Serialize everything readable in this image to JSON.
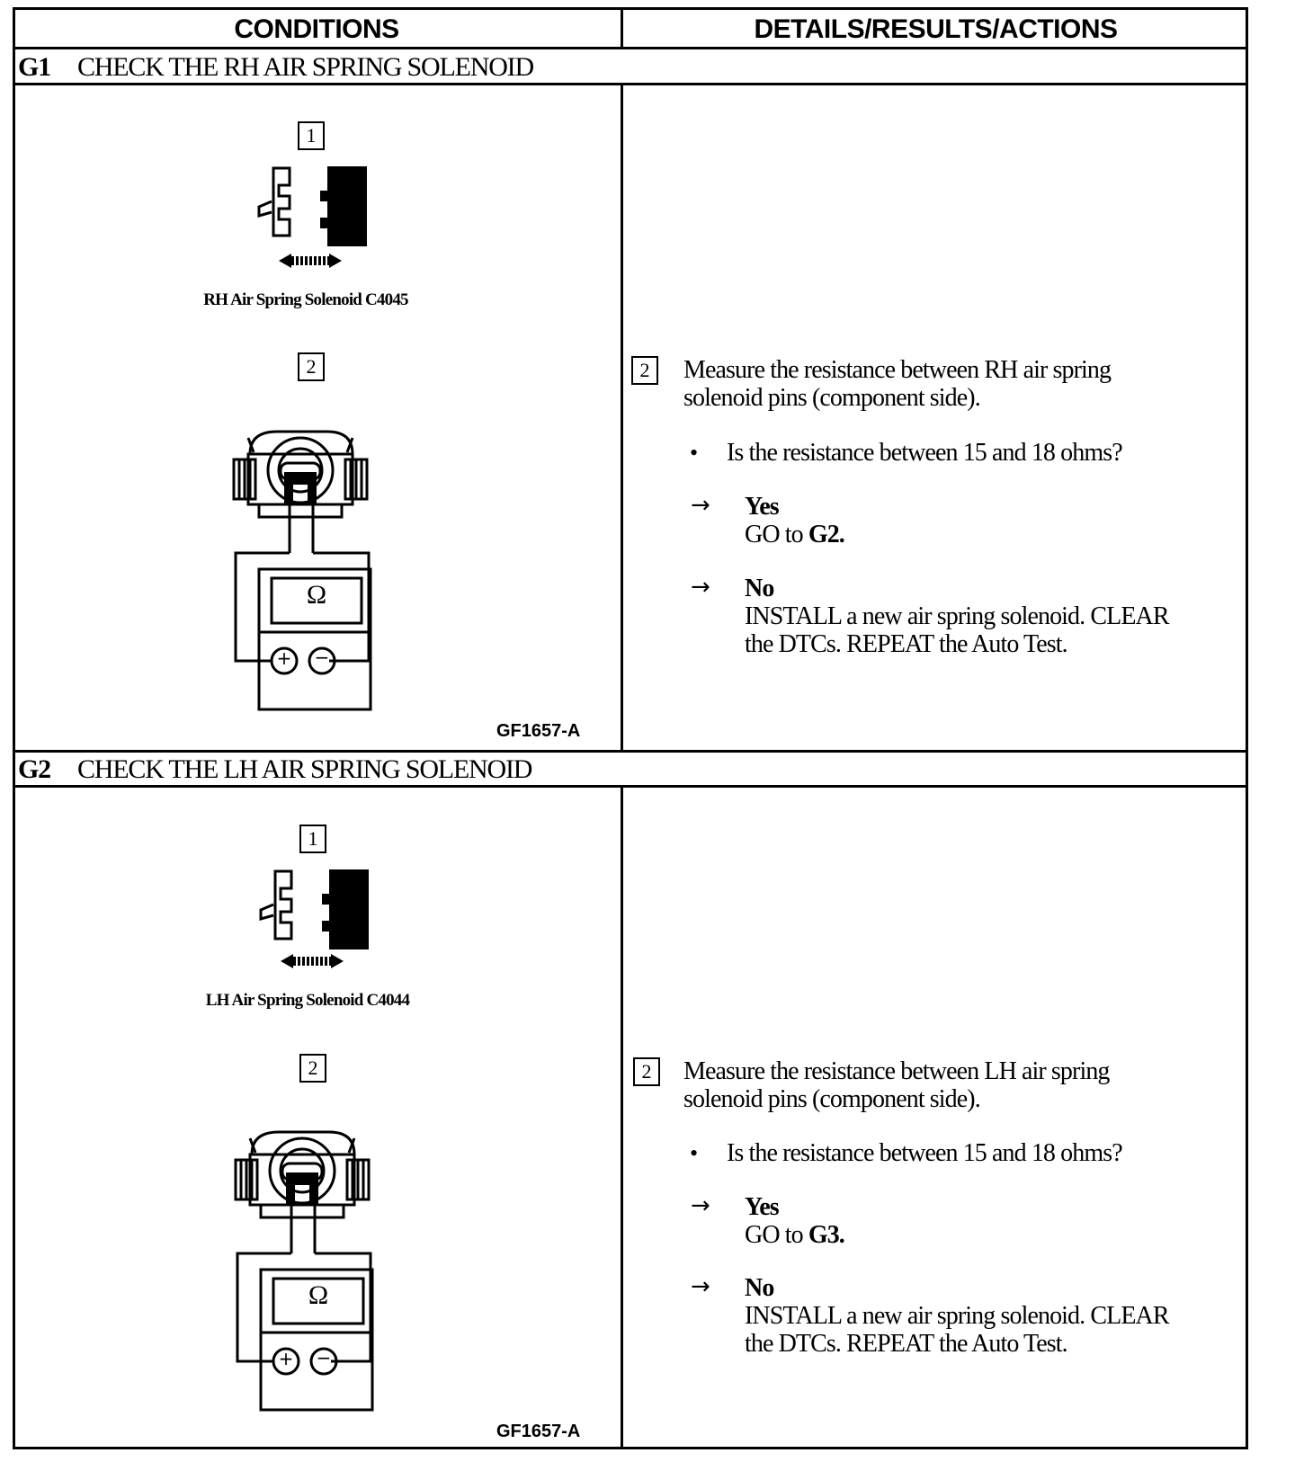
{
  "header": {
    "conditions": "CONDITIONS",
    "details": "DETAILS/RESULTS/ACTIONS"
  },
  "g1": {
    "number": "G1",
    "title": "CHECK THE RH AIR SPRING SOLENOID",
    "step1_label": "1",
    "connector_caption": "RH Air Spring Solenoid C4045",
    "step2_label": "2",
    "meter_symbol": "Ω",
    "meter_plus": "+",
    "meter_minus": "−",
    "figure_code": "GF1657-A",
    "action_step": "2",
    "action_text_line1": "Measure the resistance between RH air spring",
    "action_text_line2": "solenoid pins (component side).",
    "question": "Is the resistance between 15 and 18 ohms?",
    "yes_label": "Yes",
    "yes_text_prefix": "GO to ",
    "yes_target": "G2.",
    "no_label": "No",
    "no_text_line1": "INSTALL a new air spring solenoid. CLEAR",
    "no_text_line2": "the DTCs. REPEAT the Auto Test."
  },
  "g2": {
    "number": "G2",
    "title": "CHECK THE LH AIR SPRING SOLENOID",
    "step1_label": "1",
    "connector_caption": "LH Air Spring Solenoid C4044",
    "step2_label": "2",
    "meter_symbol": "Ω",
    "meter_plus": "+",
    "meter_minus": "−",
    "figure_code": "GF1657-A",
    "action_step": "2",
    "action_text_line1": "Measure the resistance between LH air spring",
    "action_text_line2": "solenoid pins (component side).",
    "question": "Is the resistance between 15 and 18 ohms?",
    "yes_label": "Yes",
    "yes_text_prefix": "GO to ",
    "yes_target": "G3.",
    "no_label": "No",
    "no_text_line1": "INSTALL a new air spring solenoid. CLEAR",
    "no_text_line2": "the DTCs. REPEAT the Auto Test."
  },
  "icons": {
    "bullet": "•",
    "arrow": "→",
    "connector": "connector-icon",
    "meter": "ohmmeter-icon"
  }
}
